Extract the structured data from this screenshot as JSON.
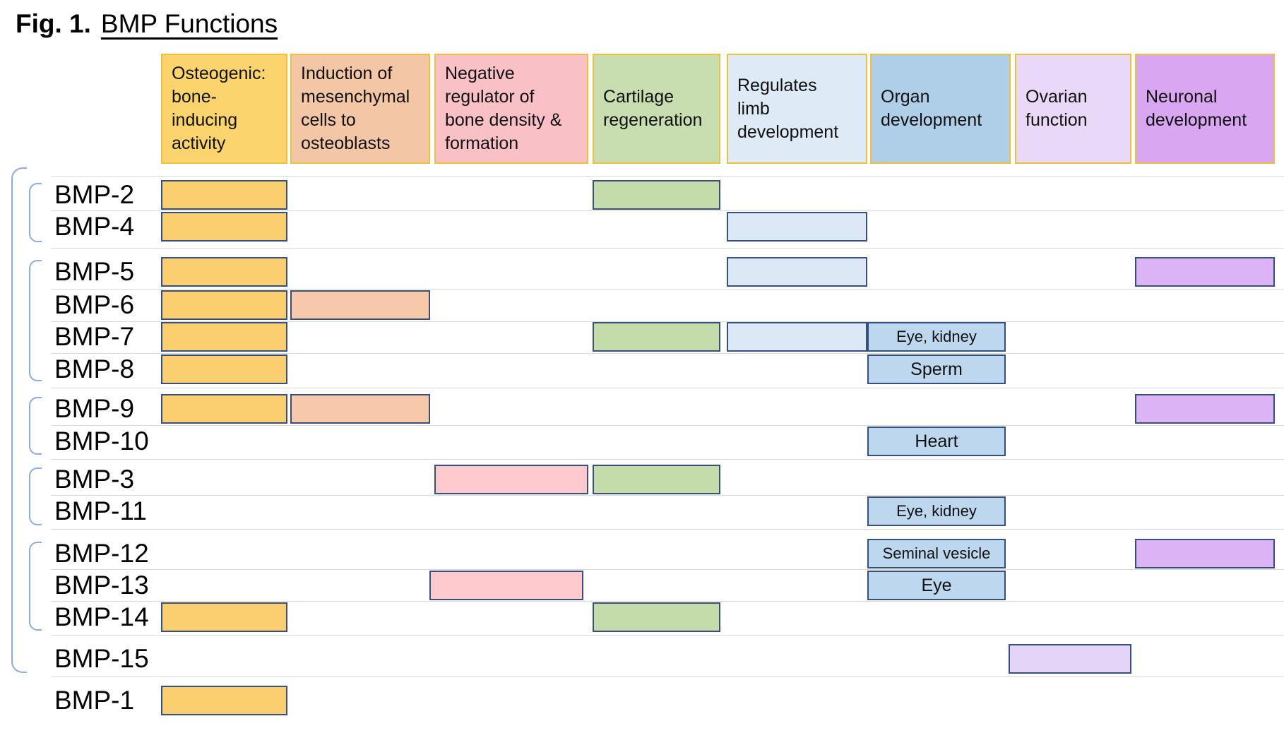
{
  "figure": {
    "label": "Fig. 1.",
    "title": "BMP Functions"
  },
  "colors": {
    "bar_border": "#374F7D",
    "header_border": "#EDC13E",
    "grid_line": "#D9D9D9",
    "bracket": "#8FAADC",
    "text": "#000000"
  },
  "chart_data": {
    "type": "table",
    "title": "BMP Functions",
    "legend_position": "top",
    "columns": [
      {
        "key": "osteogenic",
        "label": "Osteogenic:\nbone-\ninducing\nactivity",
        "header_fill": "#FCD46E",
        "bar_fill": "#FBCF70"
      },
      {
        "key": "mesenchymal-induction",
        "label": "Induction of\nmesenchymal\ncells to\nosteoblasts",
        "header_fill": "#F3C6A5",
        "bar_fill": "#F7C9AA"
      },
      {
        "key": "bone-density-regulator",
        "label": "Negative\nregulator of\nbone density &\nformation",
        "header_fill": "#F9C0C6",
        "bar_fill": "#FECACD"
      },
      {
        "key": "cartilage-regeneration",
        "label": "Cartilage\nregeneration",
        "header_fill": "#C8DEB0",
        "bar_fill": "#C4DCA9"
      },
      {
        "key": "limb-development",
        "label": "Regulates\nlimb\ndevelopment",
        "header_fill": "#DEEAF6",
        "bar_fill": "#DCE8F5"
      },
      {
        "key": "organ-development",
        "label": "Organ\ndevelopment",
        "header_fill": "#AFCFE9",
        "bar_fill": "#BDD7EE"
      },
      {
        "key": "ovarian-function",
        "label": "Ovarian\nfunction",
        "header_fill": "#EAD8F8",
        "bar_fill": "#E4D4F8"
      },
      {
        "key": "neuronal-development",
        "label": "Neuronal\ndevelopment",
        "header_fill": "#D9A7F1",
        "bar_fill": "#DCB4F6"
      }
    ],
    "rows": [
      {
        "name": "BMP-2",
        "group": 1,
        "bars": [
          {
            "col": "osteogenic"
          },
          {
            "col": "cartilage-regeneration"
          }
        ]
      },
      {
        "name": "BMP-4",
        "group": 1,
        "bars": [
          {
            "col": "osteogenic"
          },
          {
            "col": "limb-development"
          }
        ]
      },
      {
        "name": "BMP-5",
        "group": 2,
        "bars": [
          {
            "col": "osteogenic"
          },
          {
            "col": "limb-development"
          },
          {
            "col": "neuronal-development"
          }
        ]
      },
      {
        "name": "BMP-6",
        "group": 2,
        "bars": [
          {
            "col": "osteogenic"
          },
          {
            "col": "mesenchymal-induction"
          }
        ]
      },
      {
        "name": "BMP-7",
        "group": 2,
        "bars": [
          {
            "col": "osteogenic"
          },
          {
            "col": "cartilage-regeneration"
          },
          {
            "col": "limb-development"
          },
          {
            "col": "organ-development",
            "label": "Eye, kidney"
          }
        ]
      },
      {
        "name": "BMP-8",
        "group": 2,
        "bars": [
          {
            "col": "osteogenic"
          },
          {
            "col": "organ-development",
            "label": "Sperm"
          }
        ]
      },
      {
        "name": "BMP-9",
        "group": 3,
        "bars": [
          {
            "col": "osteogenic"
          },
          {
            "col": "mesenchymal-induction"
          },
          {
            "col": "neuronal-development"
          }
        ]
      },
      {
        "name": "BMP-10",
        "group": 3,
        "bars": [
          {
            "col": "organ-development",
            "label": "Heart"
          }
        ]
      },
      {
        "name": "BMP-3",
        "group": 4,
        "bars": [
          {
            "col": "bone-density-regulator"
          },
          {
            "col": "cartilage-regeneration"
          }
        ]
      },
      {
        "name": "BMP-11",
        "group": 4,
        "bars": [
          {
            "col": "organ-development",
            "label": "Eye, kidney"
          }
        ]
      },
      {
        "name": "BMP-12",
        "group": 5,
        "bars": [
          {
            "col": "organ-development",
            "label": "Seminal vesicle"
          },
          {
            "col": "neuronal-development"
          }
        ]
      },
      {
        "name": "BMP-13",
        "group": 5,
        "bars": [
          {
            "col": "bone-density-regulator"
          },
          {
            "col": "organ-development",
            "label": "Eye"
          }
        ]
      },
      {
        "name": "BMP-14",
        "group": 5,
        "bars": [
          {
            "col": "osteogenic"
          },
          {
            "col": "cartilage-regeneration"
          }
        ]
      },
      {
        "name": "BMP-15",
        "group": 6,
        "bars": [
          {
            "col": "ovarian-function"
          }
        ]
      },
      {
        "name": "BMP-1",
        "group": 0,
        "bars": [
          {
            "col": "osteogenic"
          }
        ]
      }
    ]
  }
}
